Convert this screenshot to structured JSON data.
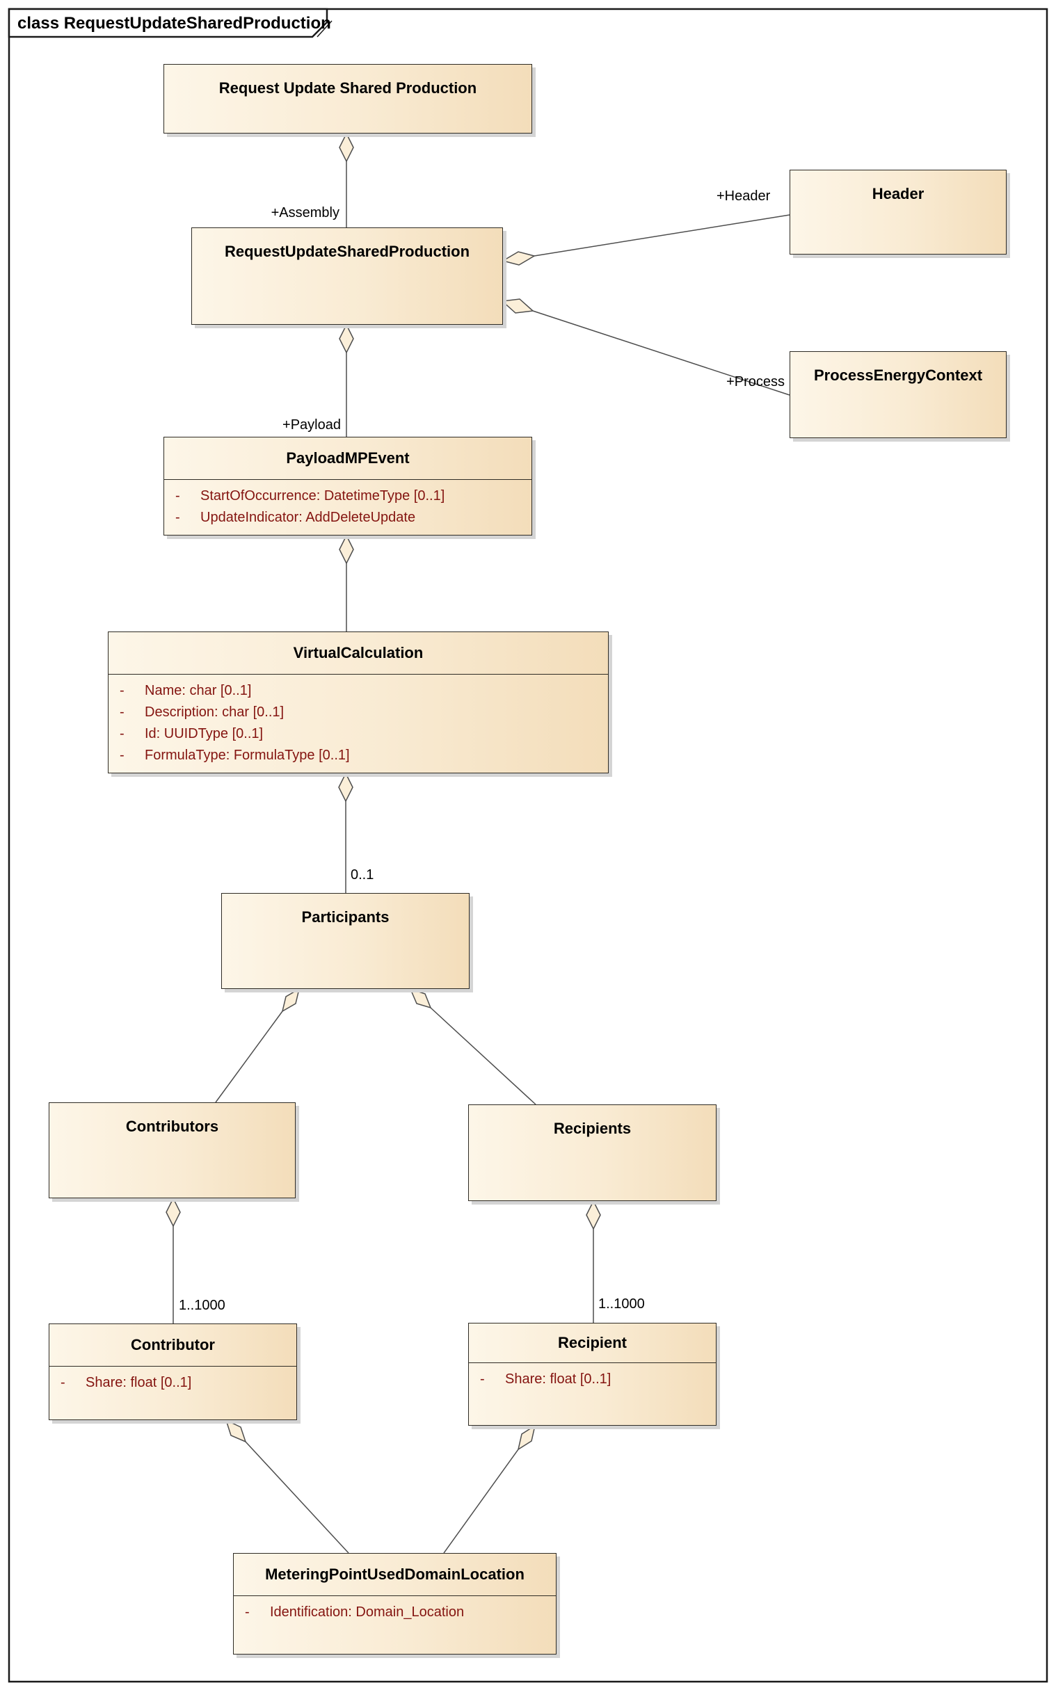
{
  "frame": {
    "title": "class RequestUpdateSharedProduction"
  },
  "classes": [
    {
      "id": "request-update-shared-production-doc",
      "name": "Request Update Shared Production",
      "attributes": []
    },
    {
      "id": "request-update-shared-production",
      "name": "RequestUpdateSharedProduction",
      "attributes": []
    },
    {
      "id": "header",
      "name": "Header",
      "attributes": []
    },
    {
      "id": "process-energy-context",
      "name": "ProcessEnergyContext",
      "attributes": []
    },
    {
      "id": "payload-mp-event",
      "name": "PayloadMPEvent",
      "attributes": [
        {
          "visibility": "-",
          "text": "StartOfOccurrence: DatetimeType [0..1]"
        },
        {
          "visibility": "-",
          "text": "UpdateIndicator: AddDeleteUpdate"
        }
      ]
    },
    {
      "id": "virtual-calculation",
      "name": "VirtualCalculation",
      "attributes": [
        {
          "visibility": "-",
          "text": "Name: char [0..1]"
        },
        {
          "visibility": "-",
          "text": "Description: char [0..1]"
        },
        {
          "visibility": "-",
          "text": "Id: UUIDType [0..1]"
        },
        {
          "visibility": "-",
          "text": "FormulaType: FormulaType [0..1]"
        }
      ]
    },
    {
      "id": "participants",
      "name": "Participants",
      "attributes": []
    },
    {
      "id": "contributors",
      "name": "Contributors",
      "attributes": []
    },
    {
      "id": "recipients",
      "name": "Recipients",
      "attributes": []
    },
    {
      "id": "contributor",
      "name": "Contributor",
      "attributes": [
        {
          "visibility": "-",
          "text": "Share: float [0..1]"
        }
      ]
    },
    {
      "id": "recipient",
      "name": "Recipient",
      "attributes": [
        {
          "visibility": "-",
          "text": "Share: float [0..1]"
        }
      ]
    },
    {
      "id": "metering-point-used-domain-location",
      "name": "MeteringPointUsedDomainLocation",
      "attributes": [
        {
          "visibility": "-",
          "text": "Identification: Domain_Location"
        }
      ]
    }
  ],
  "connector_labels": {
    "assembly": "+Assembly",
    "header": "+Header",
    "process": "+Process",
    "payload": "+Payload",
    "participants_multiplicity": "0..1",
    "contributor_multiplicity": "1..1000",
    "recipient_multiplicity": "1..1000"
  },
  "colors": {
    "box_gradient_start": "#FDF6E8",
    "box_gradient_end": "#F3DDBA",
    "box_border": "#2e2b24",
    "attribute_text": "#841410",
    "connector_line": "#4d4d4d",
    "diamond_fill": "#FBEFD9",
    "shadow": "#d4d4d4"
  }
}
